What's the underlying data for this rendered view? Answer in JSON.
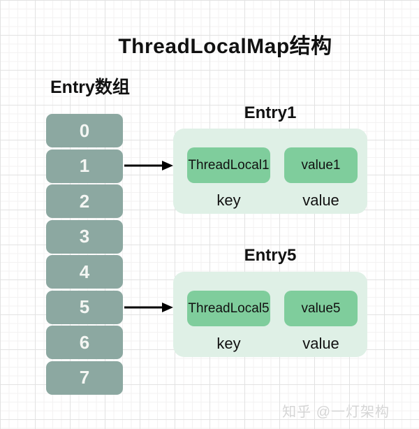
{
  "title": "ThreadLocalMap结构",
  "array": {
    "label": "Entry数组",
    "cells": [
      "0",
      "1",
      "2",
      "3",
      "4",
      "5",
      "6",
      "7"
    ]
  },
  "entries": [
    {
      "label": "Entry1",
      "key_box": "ThreadLocal1",
      "value_box": "value1",
      "key_label": "key",
      "value_label": "value"
    },
    {
      "label": "Entry5",
      "key_box": "ThreadLocal5",
      "value_box": "value5",
      "key_label": "key",
      "value_label": "value"
    }
  ],
  "watermark": "知乎 @一灯架构",
  "colors": {
    "array_cell": "#8CA8A1",
    "entry_container": "#dff0e6",
    "kv_box": "#7fcd9c",
    "text": "#111111",
    "cell_number_text": "#f4f6f3",
    "arrow": "#000000",
    "grid_major": "#e2e2e2",
    "grid_minor": "#f3f2f2",
    "watermark_text": "#d5d5d5"
  }
}
